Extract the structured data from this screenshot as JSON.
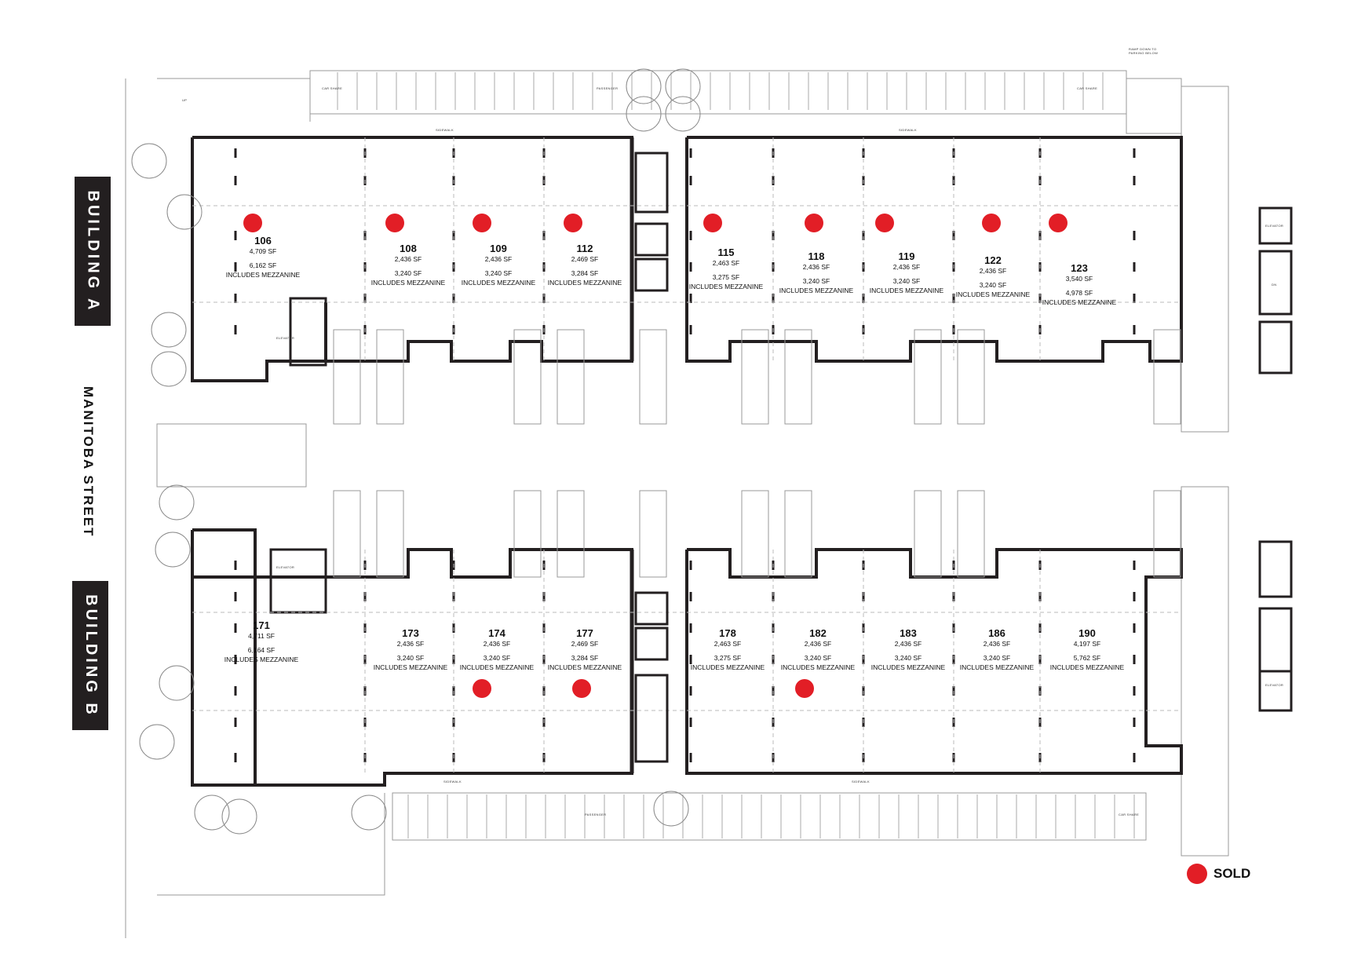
{
  "buildings": {
    "a_label": "BUILDING A",
    "b_label": "BUILDING B"
  },
  "street": "MANITOBA STREET",
  "units": [
    {
      "num": "106",
      "sf": "4,709 SF",
      "extra1": "6,162 SF",
      "extra2": "INCLUDES MEZZANINE",
      "sold": true
    },
    {
      "num": "108",
      "sf": "2,436 SF",
      "extra1": "3,240 SF",
      "extra2": "INCLUDES MEZZANINE",
      "sold": true
    },
    {
      "num": "109",
      "sf": "2,436 SF",
      "extra1": "3,240 SF",
      "extra2": "INCLUDES MEZZANINE",
      "sold": true
    },
    {
      "num": "112",
      "sf": "2,469 SF",
      "extra1": "3,284 SF",
      "extra2": "INCLUDES MEZZANINE",
      "sold": true
    },
    {
      "num": "115",
      "sf": "2,463 SF",
      "extra1": "3,275 SF",
      "extra2": "INCLUDES MEZZANINE",
      "sold": true
    },
    {
      "num": "118",
      "sf": "2,436 SF",
      "extra1": "3,240 SF",
      "extra2": "INCLUDES MEZZANINE",
      "sold": true
    },
    {
      "num": "119",
      "sf": "2,436 SF",
      "extra1": "3,240 SF",
      "extra2": "INCLUDES MEZZANINE",
      "sold": true
    },
    {
      "num": "122",
      "sf": "2,436 SF",
      "extra1": "3,240 SF",
      "extra2": "INCLUDES MEZZANINE",
      "sold": true
    },
    {
      "num": "123",
      "sf": "3,540 SF",
      "extra1": "4,978 SF",
      "extra2": "INCLUDES MEZZANINE",
      "sold": true
    },
    {
      "num": "171",
      "sf": "4,711 SF",
      "extra1": "6,164 SF",
      "extra2": "INCLUDES MEZZANINE",
      "sold": false
    },
    {
      "num": "173",
      "sf": "2,436 SF",
      "extra1": "3,240 SF",
      "extra2": "INCLUDES MEZZANINE",
      "sold": false
    },
    {
      "num": "174",
      "sf": "2,436 SF",
      "extra1": "3,240 SF",
      "extra2": "INCLUDES MEZZANINE",
      "sold": true
    },
    {
      "num": "177",
      "sf": "2,469 SF",
      "extra1": "3,284 SF",
      "extra2": "INCLUDES MEZZANINE",
      "sold": true
    },
    {
      "num": "178",
      "sf": "2,463 SF",
      "extra1": "3,275 SF",
      "extra2": "INCLUDES MEZZANINE",
      "sold": false
    },
    {
      "num": "182",
      "sf": "2,436 SF",
      "extra1": "3,240 SF",
      "extra2": "INCLUDES MEZZANINE",
      "sold": true
    },
    {
      "num": "183",
      "sf": "2,436 SF",
      "extra1": "3,240 SF",
      "extra2": "INCLUDES MEZZANINE",
      "sold": false
    },
    {
      "num": "186",
      "sf": "2,436 SF",
      "extra1": "3,240 SF",
      "extra2": "INCLUDES MEZZANINE",
      "sold": false
    },
    {
      "num": "190",
      "sf": "4,197 SF",
      "extra1": "5,762 SF",
      "extra2": "INCLUDES MEZZANINE",
      "sold": false
    }
  ],
  "annotations": {
    "sidewalk": "SIDEWALK",
    "elevator": "ELEVATOR",
    "up": "UP",
    "dn": "DN",
    "passenger": "PASSENGER",
    "car_share": "CAR SHARE",
    "ramp": "RAMP DOWN TO PARKING BELOW"
  },
  "legend": {
    "label": "SOLD",
    "color": "#e21e26"
  },
  "colors": {
    "wall": "#231f20",
    "sold": "#e21e26",
    "label_bg": "#231f20"
  }
}
